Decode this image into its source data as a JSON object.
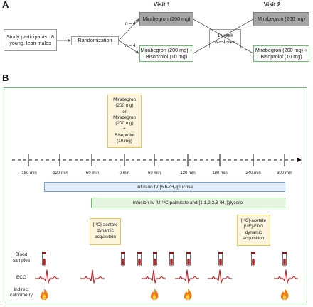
{
  "panel_a": {
    "label": "A",
    "participants": "Study participants : 8 young, lean males",
    "randomization": "Randomization",
    "visit1_title": "Visit 1",
    "visit2_title": "Visit 2",
    "n_top": "n = 4",
    "n_bottom": "n = 4",
    "v1_top": "Mirabegron (200 mg)",
    "v1_bottom_line1": "Mirabegron (200 mg) +",
    "v1_bottom_line2": "Bisoprolol (10 mg)",
    "washout_line1": "1 week",
    "washout_line2": "wash-out",
    "v2_top": "Mirabegron (200 mg)",
    "v2_bottom_line1": "Mirabegron (200 mg) +",
    "v2_bottom_line2": "Bisoprolol (10 mg)"
  },
  "panel_b": {
    "label": "B",
    "drug_box_lines": [
      "Mirabegron",
      "(200 mg)",
      "or",
      "Mirabegron",
      "(200 mg)",
      "+",
      "Bisoprolol",
      "(10 mg)"
    ],
    "timeline_ticks": [
      "-180 min",
      "-120 min",
      "-60 min",
      "0 min",
      "60 min",
      "120 min",
      "180 min",
      "240 min",
      "300 min"
    ],
    "infusion_glucose": "Infusion IV [6,6-²H₂]glucose",
    "infusion_palmitate": "Infusion IV [U-¹³C]palmitate and [1,1,2,3,3-²H₅]glycerol",
    "acetate_left_lines": [
      "[¹¹C]-acetate",
      "dynamic",
      "acquisition"
    ],
    "acetate_right_lines": [
      "[¹¹C]-acetate",
      "[¹⁸F]-FDG",
      "dynamic",
      "acquisition"
    ],
    "row_blood_lines": [
      "Blood",
      "samples"
    ],
    "row_ecg": "ECG",
    "row_calorimetry_lines": [
      "Indirect",
      "calorimetry"
    ],
    "colors": {
      "panel_border": "#6cbf6a",
      "yellow_fill": "#fcf4dc",
      "yellow_border": "#e8c75a",
      "glucose_fill": "#e3eefa",
      "glucose_border": "#6fa3d8",
      "palmitate_fill": "#e6f3e1",
      "palmitate_border": "#6cbf6a",
      "ecg_line": "#c0282d",
      "flame": "#f07d12"
    }
  }
}
